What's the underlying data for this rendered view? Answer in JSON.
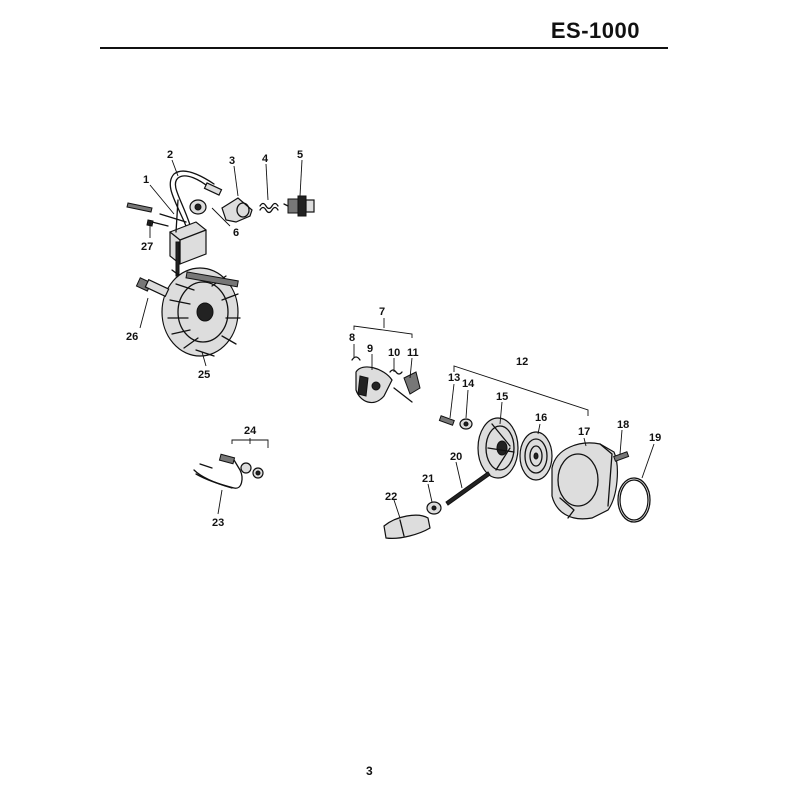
{
  "header": {
    "model": "ES-1000"
  },
  "footer": {
    "page_number": "3"
  },
  "callouts": [
    {
      "id": "c1",
      "label": "1"
    },
    {
      "id": "c2",
      "label": "2"
    },
    {
      "id": "c3",
      "label": "3"
    },
    {
      "id": "c4",
      "label": "4"
    },
    {
      "id": "c5",
      "label": "5"
    },
    {
      "id": "c6",
      "label": "6"
    },
    {
      "id": "c7",
      "label": "7"
    },
    {
      "id": "c8",
      "label": "8"
    },
    {
      "id": "c9",
      "label": "9"
    },
    {
      "id": "c10",
      "label": "10"
    },
    {
      "id": "c11",
      "label": "11"
    },
    {
      "id": "c12",
      "label": "12"
    },
    {
      "id": "c13",
      "label": "13"
    },
    {
      "id": "c14",
      "label": "14"
    },
    {
      "id": "c15",
      "label": "15"
    },
    {
      "id": "c16",
      "label": "16"
    },
    {
      "id": "c17",
      "label": "17"
    },
    {
      "id": "c18",
      "label": "18"
    },
    {
      "id": "c19",
      "label": "19"
    },
    {
      "id": "c20",
      "label": "20"
    },
    {
      "id": "c21",
      "label": "21"
    },
    {
      "id": "c22",
      "label": "22"
    },
    {
      "id": "c23",
      "label": "23"
    },
    {
      "id": "c24",
      "label": "24"
    },
    {
      "id": "c25",
      "label": "25"
    },
    {
      "id": "c26",
      "label": "26"
    },
    {
      "id": "c27",
      "label": "27"
    }
  ]
}
